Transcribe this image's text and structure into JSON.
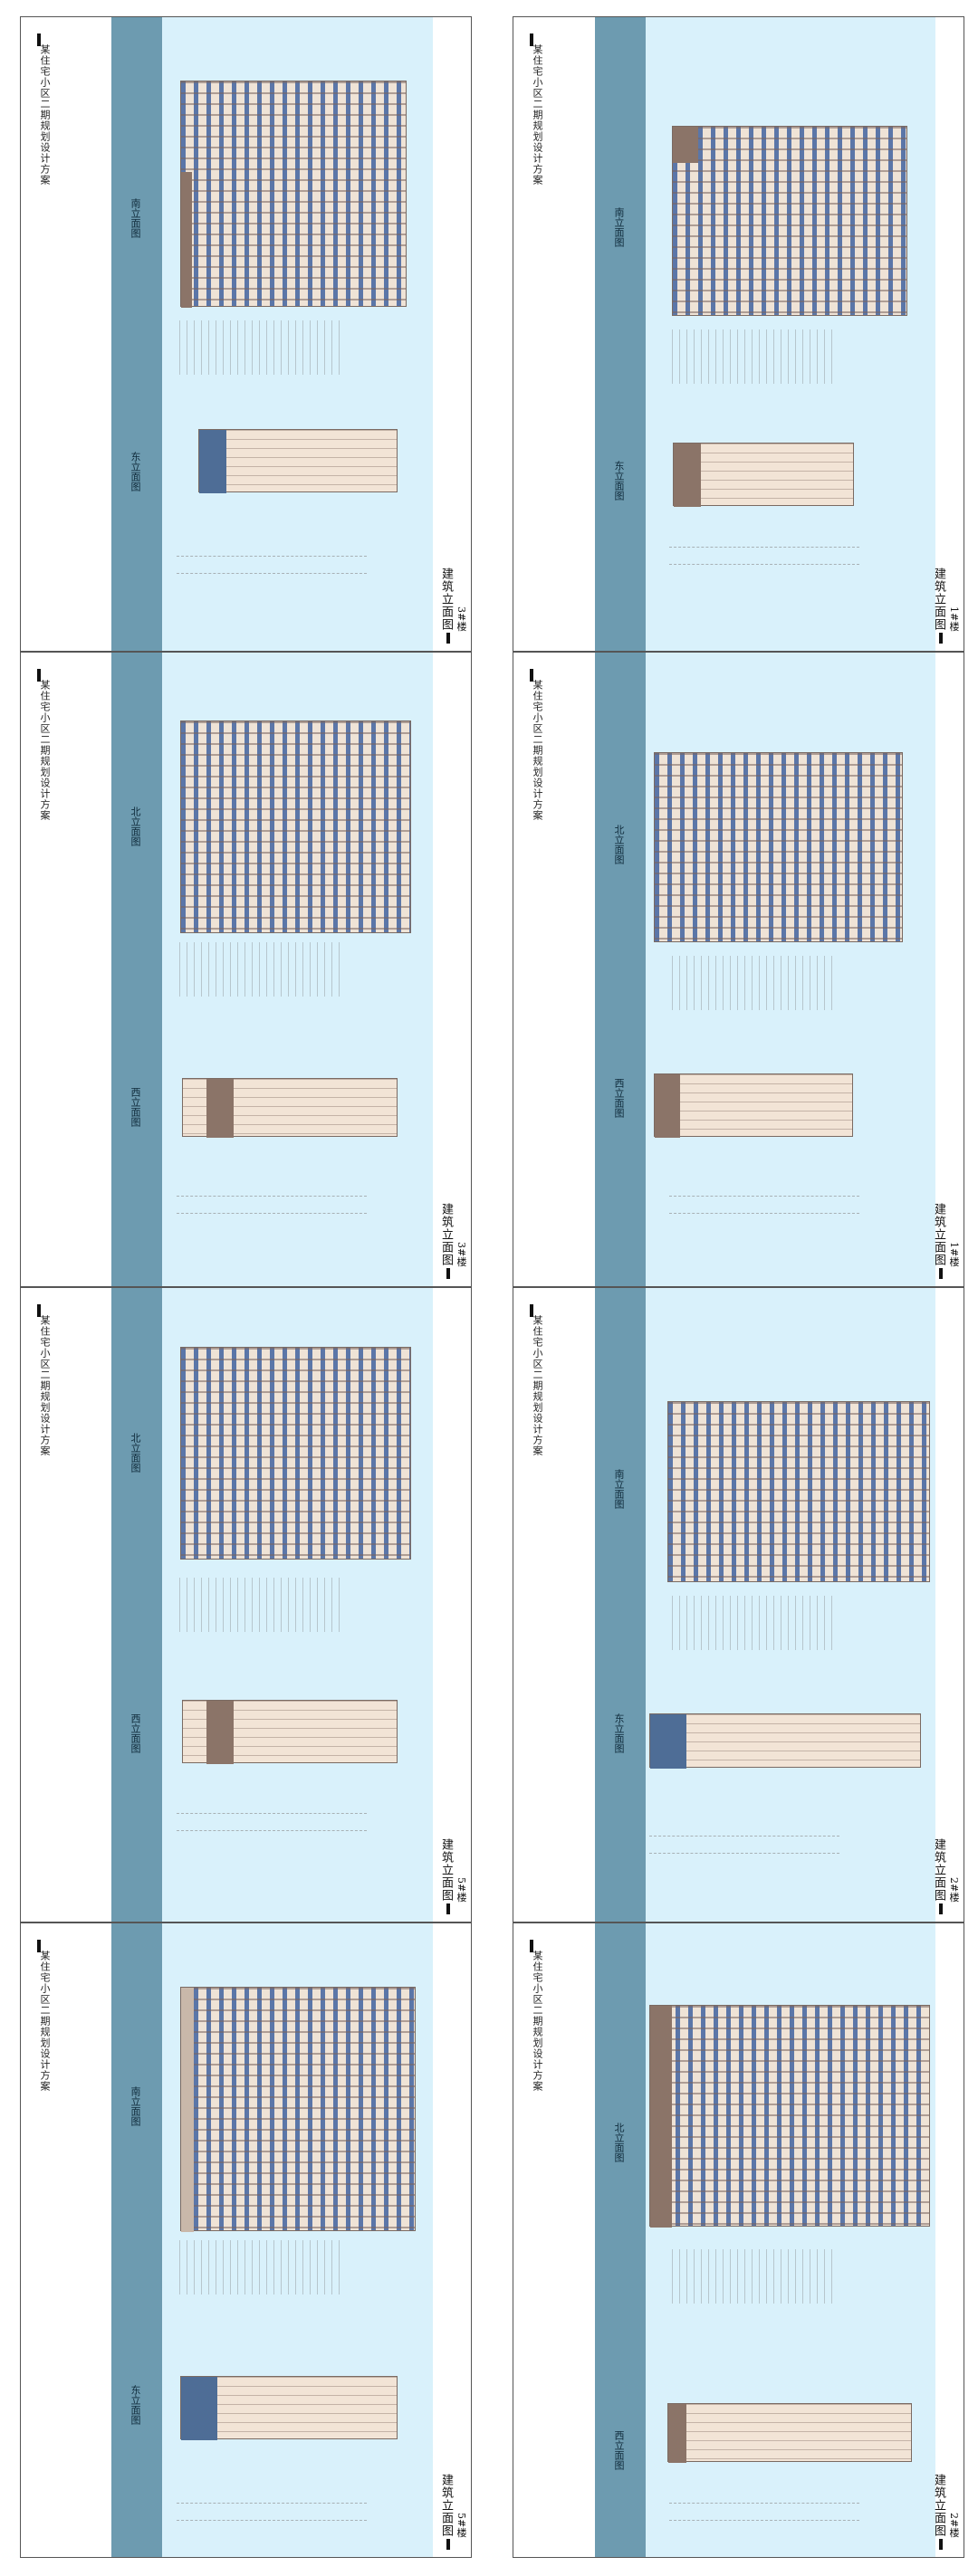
{
  "project_title": "某住宅小区二期规划设计方案",
  "sheet_title": "建筑立面图",
  "left_column": [
    {
      "building": "3#楼",
      "elevations": [
        "南立面图",
        "东立面图"
      ]
    },
    {
      "building": "3#楼",
      "elevations": [
        "北立面图",
        "西立面图"
      ]
    },
    {
      "building": "5#楼",
      "elevations": [
        "北立面图",
        "西立面图"
      ]
    },
    {
      "building": "5#楼",
      "elevations": [
        "南立面图",
        "东立面图"
      ]
    }
  ],
  "right_column": [
    {
      "building": "1#楼",
      "elevations": [
        "南立面图",
        "东立面图"
      ]
    },
    {
      "building": "1#楼",
      "elevations": [
        "北立面图",
        "西立面图"
      ]
    },
    {
      "building": "2#楼",
      "elevations": [
        "南立面图",
        "东立面图"
      ]
    },
    {
      "building": "2#楼",
      "elevations": [
        "北立面图",
        "西立面图"
      ]
    }
  ],
  "colors": {
    "band": "#6d9bb0",
    "sky": "#d9f1fb",
    "glass": "#5b76a8",
    "wall": "#efe3d6"
  }
}
